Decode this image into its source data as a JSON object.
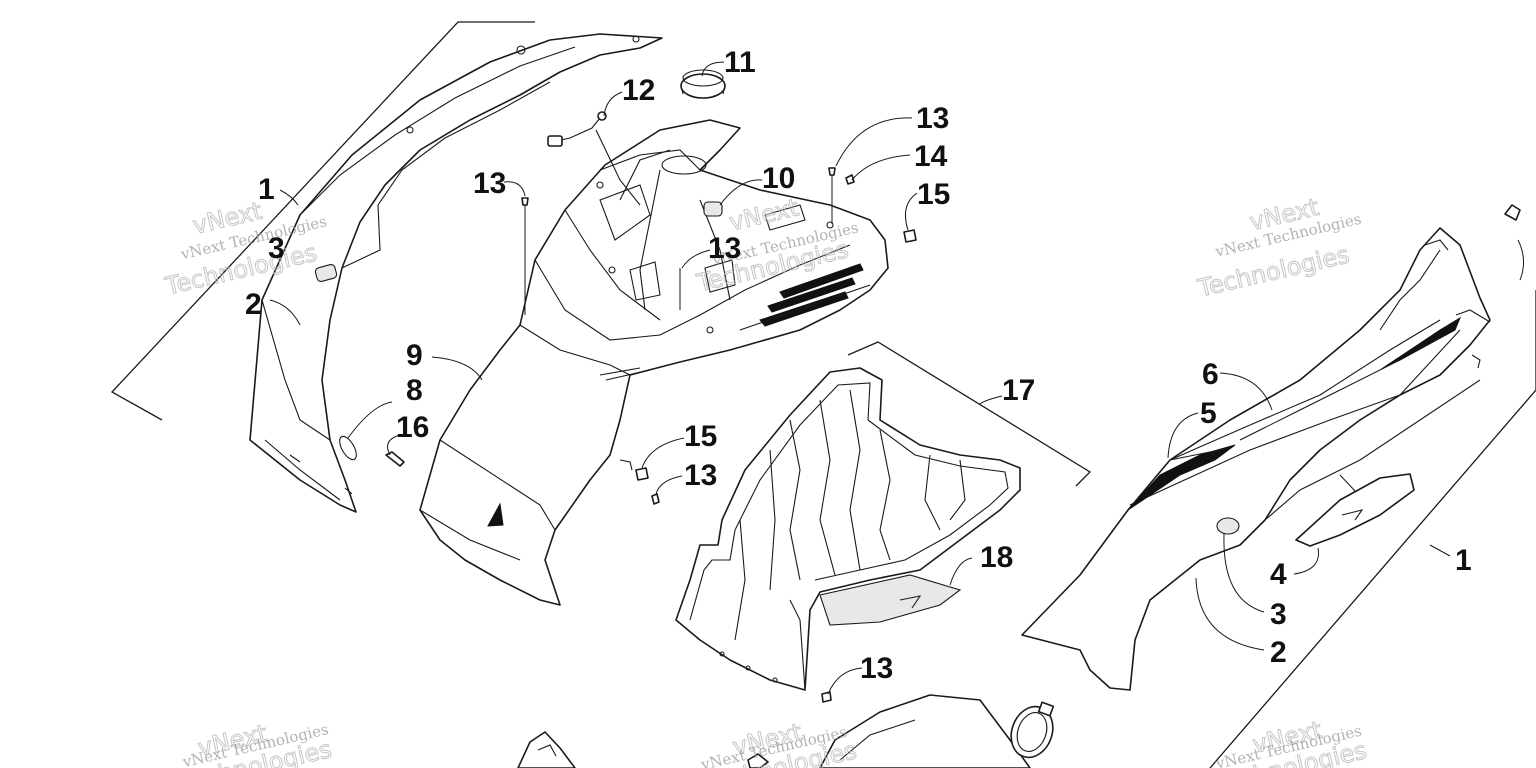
{
  "callouts": [
    {
      "id": "c1a",
      "label": "1"
    },
    {
      "id": "c2a",
      "label": "2"
    },
    {
      "id": "c3a",
      "label": "3"
    },
    {
      "id": "c8",
      "label": "8"
    },
    {
      "id": "c16",
      "label": "16"
    },
    {
      "id": "c9",
      "label": "9"
    },
    {
      "id": "c13a",
      "label": "13"
    },
    {
      "id": "c12",
      "label": "12"
    },
    {
      "id": "c11",
      "label": "11"
    },
    {
      "id": "c10",
      "label": "10"
    },
    {
      "id": "c13b",
      "label": "13"
    },
    {
      "id": "c13c",
      "label": "13"
    },
    {
      "id": "c14",
      "label": "14"
    },
    {
      "id": "c15a",
      "label": "15"
    },
    {
      "id": "c15b",
      "label": "15"
    },
    {
      "id": "c13d",
      "label": "13"
    },
    {
      "id": "c17",
      "label": "17"
    },
    {
      "id": "c18",
      "label": "18"
    },
    {
      "id": "c13e",
      "label": "13"
    },
    {
      "id": "c6",
      "label": "6"
    },
    {
      "id": "c5",
      "label": "5"
    },
    {
      "id": "c1b",
      "label": "1"
    },
    {
      "id": "c4",
      "label": "4"
    },
    {
      "id": "c3b",
      "label": "3"
    },
    {
      "id": "c2b",
      "label": "2"
    }
  ],
  "watermark": {
    "logo_text": "vNext",
    "company_text": "vNext Technologies",
    "big_text": "Technologies"
  }
}
